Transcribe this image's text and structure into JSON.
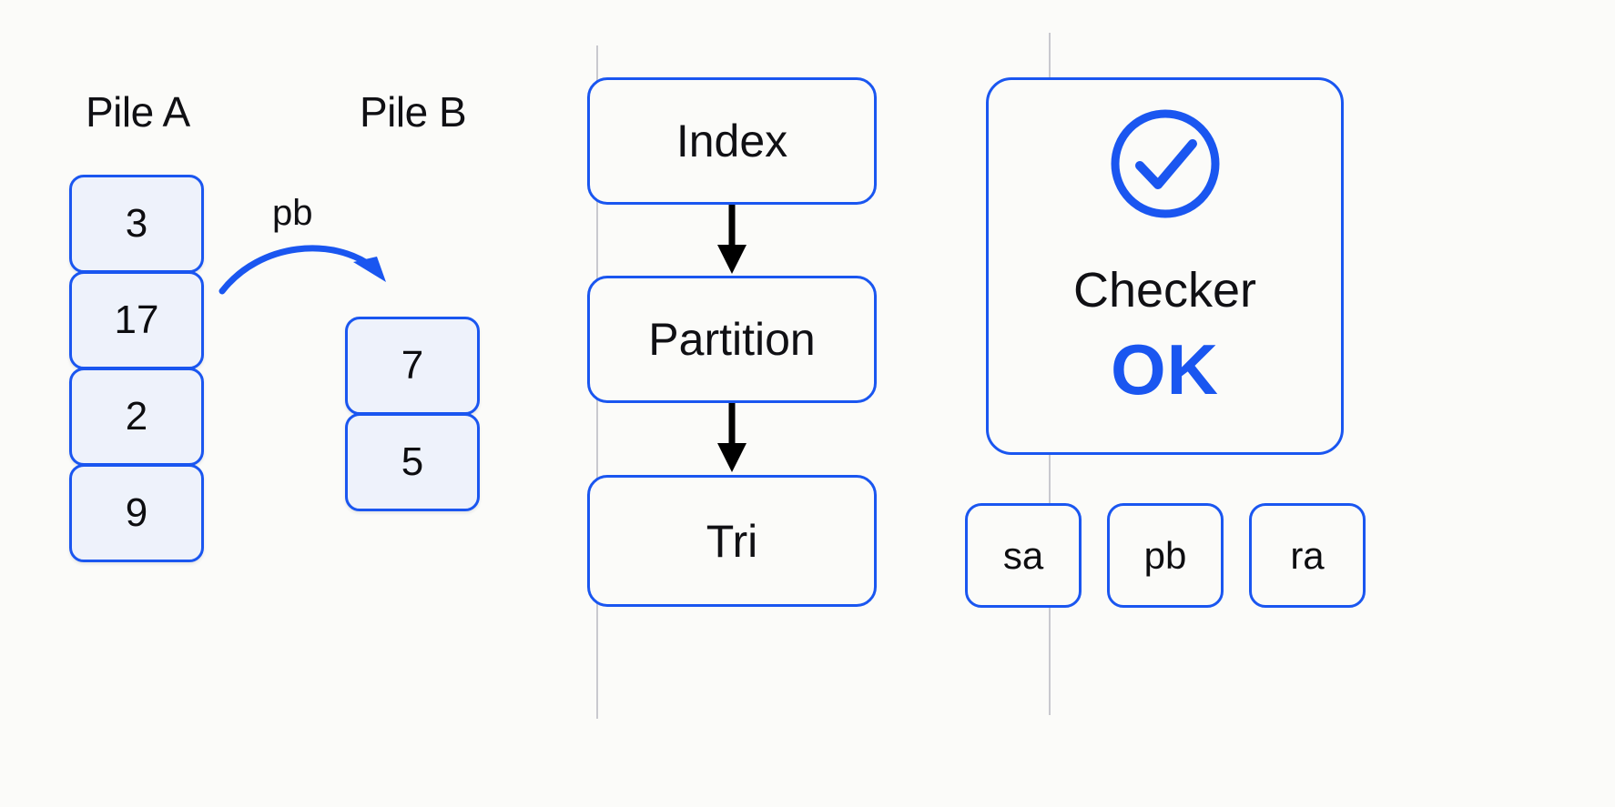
{
  "panels": {
    "piles": {
      "pile_a": {
        "title": "Pile A",
        "cards": [
          "3",
          "17",
          "2",
          "9"
        ]
      },
      "pile_b": {
        "title": "Pile B",
        "cards": [
          "7",
          "5"
        ]
      },
      "move_arrow": {
        "label": "pb",
        "icon": "curved-arrow-right-icon"
      }
    },
    "flow": {
      "steps": [
        {
          "label": "Index"
        },
        {
          "label": "Partition"
        },
        {
          "label": "Tri"
        }
      ],
      "arrow_icon": "arrow-down-icon"
    },
    "checker": {
      "icon": "check-circle-icon",
      "label": "Checker",
      "status": "OK",
      "operations": [
        {
          "label": "sa"
        },
        {
          "label": "pb"
        },
        {
          "label": "ra"
        }
      ]
    }
  },
  "colors": {
    "accent_blue": "#1a56f0",
    "card_fill": "#eef2fb",
    "panel_background": "#fbfbf9",
    "divider": "#c9c9cf",
    "text_primary": "#101014",
    "arrow_black": "#000000"
  }
}
